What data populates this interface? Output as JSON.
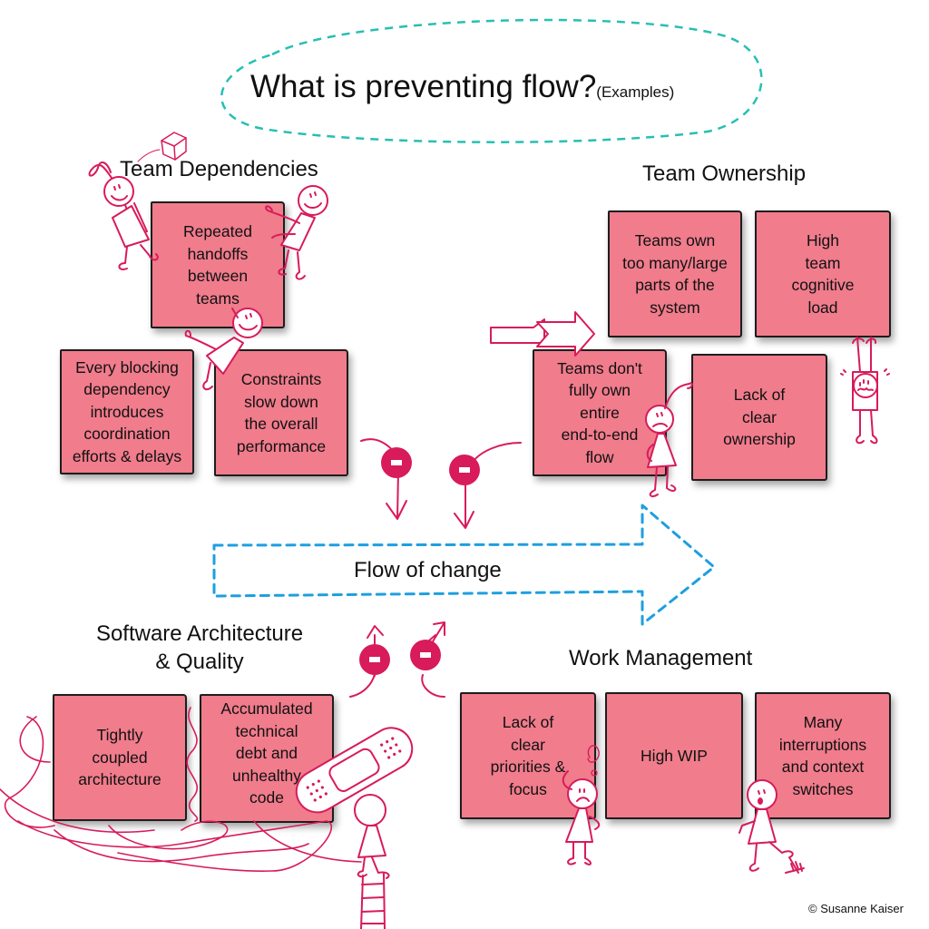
{
  "title": {
    "main": "What is preventing flow?",
    "sub": "(Examples)"
  },
  "colors": {
    "note_fill": "#f07c8c",
    "accent_pink": "#d81b5a",
    "title_dash": "#27bfb4",
    "flow_dash": "#1e9fe0",
    "outline": "#1d1d1d"
  },
  "sections": {
    "team_dependencies": {
      "heading": "Team Dependencies",
      "notes": [
        "Repeated\nhandoffs\nbetween\nteams",
        "Every blocking\ndependency\nintroduces\ncoordination\nefforts & delays",
        "Constraints\nslow down\nthe overall\nperformance"
      ]
    },
    "team_ownership": {
      "heading": "Team Ownership",
      "notes": [
        "Teams own\ntoo many/large\nparts of the\nsystem",
        "High\nteam\ncognitive\nload",
        "Teams don't\nfully own\nentire\nend-to-end\nflow",
        "Lack of\nclear\nownership"
      ]
    },
    "software_architecture": {
      "heading": "Software Architecture\n& Quality",
      "heading_line1": "Software Architecture",
      "heading_line2": "& Quality",
      "notes": [
        "Tightly\ncoupled\narchitecture",
        "Accumulated\ntechnical\ndebt and\nunhealthy\ncode"
      ]
    },
    "work_management": {
      "heading": "Work Management",
      "notes": [
        "Lack of\nclear\npriorities &\nfocus",
        "High WIP",
        "Many\ninterruptions\nand context\nswitches"
      ]
    }
  },
  "flow": {
    "label": "Flow of change",
    "negative_symbol": "-"
  },
  "icons": {
    "negative_markers": [
      "minus-circle-icon",
      "minus-circle-icon",
      "minus-circle-icon",
      "minus-circle-icon"
    ],
    "decorations": [
      "stick-figure-icon",
      "cube-icon",
      "hollow-arrow-icon",
      "bandage-icon",
      "ladder-icon",
      "tangled-line-icon"
    ]
  },
  "footer": {
    "copyright": "© Susanne Kaiser"
  }
}
